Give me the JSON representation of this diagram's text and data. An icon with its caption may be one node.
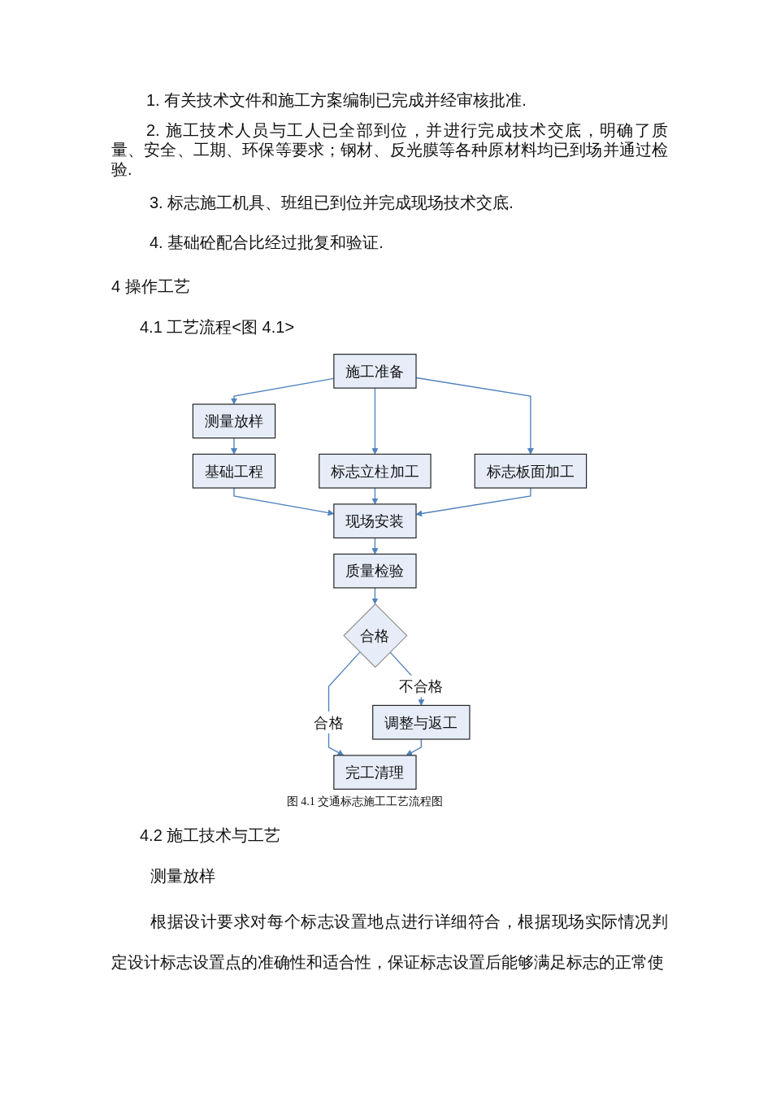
{
  "diagram": {
    "caption": "图 4.1 交通标志施工工艺流程图",
    "nodes": [
      {
        "text": [
          "施工准备"
        ]
      },
      {
        "text": [
          "测量放样"
        ]
      },
      {
        "text": [
          "基础工程"
        ]
      },
      {
        "text": [
          "标志立柱加工"
        ]
      },
      {
        "text": [
          "标志板面加工"
        ]
      },
      {
        "text": [
          "现场安装"
        ]
      },
      {
        "text": [
          "质量检验"
        ]
      },
      {
        "text": [
          "合格"
        ]
      },
      {
        "text": [
          "调整与返工"
        ]
      },
      {
        "text": [
          "完工清理"
        ]
      }
    ],
    "edges": [
      {
        "from": 0,
        "to": 1,
        "arrow": "to"
      },
      {
        "from": 0,
        "to": 3,
        "arrow": "to"
      },
      {
        "from": 0,
        "to": 4,
        "arrow": "to"
      },
      {
        "from": 1,
        "to": 2,
        "arrow": "to"
      },
      {
        "from": 2,
        "to": 5,
        "arrow": "to"
      },
      {
        "from": 3,
        "to": 5,
        "arrow": "to"
      },
      {
        "from": 4,
        "to": 5,
        "arrow": "to"
      },
      {
        "from": 5,
        "to": 6,
        "arrow": "to"
      },
      {
        "from": 6,
        "to": 7,
        "arrow": "to"
      },
      {
        "from": 7,
        "to": 8,
        "arrow": "to",
        "label": "不合格"
      },
      {
        "from": 7,
        "to": 9,
        "arrow": "to",
        "label": "合格"
      },
      {
        "from": 8,
        "to": 9,
        "arrow": "to"
      }
    ],
    "labels": [
      "1. 有关技术文件和施工方案编制已完成并经审核批准.",
      "2. 施工技术人员与工人已全部到位，并进行完成技术交底，明确了质量、安全、工期、环保等要求；钢材、反光膜等各种原材料均已到场并通过检验.",
      "3. 标志施工机具、班组已到位并完成现场技术交底.",
      "4. 基础砼配合比经过批复和验证.",
      "4 操作工艺",
      "4.1 工艺流程<图 4.1>",
      "4.2 施工技术与工艺",
      "测量放样",
      "根据设计要求对每个标志设置地点进行详细符合，根据现场实际情况判定设计标志设置点的准确性和适合性，保证标志设置后能够满足标志的正常使"
    ]
  }
}
